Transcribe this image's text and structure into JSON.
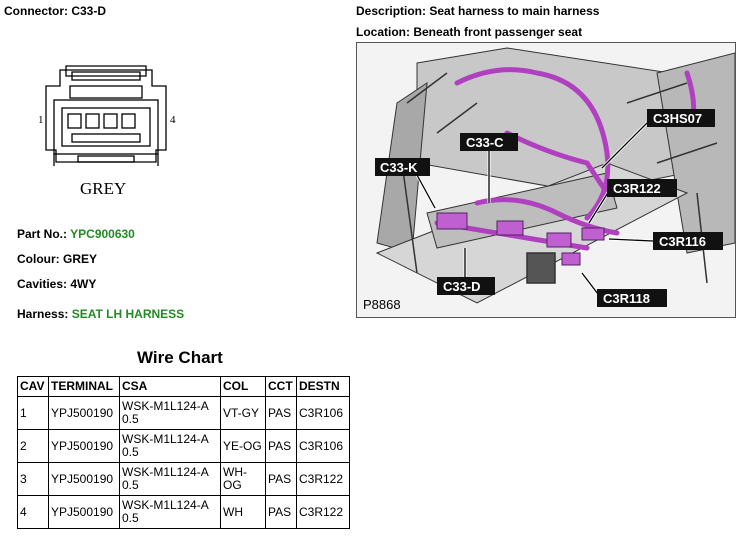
{
  "connector": {
    "label": "Connector:",
    "value": "C33-D",
    "drawing_color_text": "GREY",
    "pin_left": "1",
    "pin_right": "4"
  },
  "description": {
    "label": "Description:",
    "value": "Seat harness to main harness"
  },
  "location": {
    "label": "Location:",
    "value": "Beneath front passenger seat"
  },
  "part_no": {
    "label": "Part No.:",
    "value": "YPC900630"
  },
  "colour": {
    "label": "Colour:",
    "value": "GREY"
  },
  "cavities": {
    "label": "Cavities:",
    "value": "4WY"
  },
  "harness": {
    "label": "Harness:",
    "value": "SEAT LH HARNESS"
  },
  "photo": {
    "callouts": [
      "C3HS07",
      "C33-C",
      "C33-K",
      "C3R122",
      "C3R116",
      "C33-D",
      "C3R118"
    ],
    "figure_id": "P8868"
  },
  "wire_chart": {
    "title": "Wire Chart",
    "headers": [
      "CAV",
      "TERMINAL",
      "CSA",
      "COL",
      "CCT",
      "DESTN"
    ],
    "rows": [
      {
        "cav": "1",
        "terminal": "YPJ500190",
        "csa": "WSK-M1L124-A\n0.5",
        "col": "VT-GY",
        "cct": "PAS",
        "destn": "C3R106"
      },
      {
        "cav": "2",
        "terminal": "YPJ500190",
        "csa": "WSK-M1L124-A\n0.5",
        "col": "YE-OG",
        "cct": "PAS",
        "destn": "C3R106"
      },
      {
        "cav": "3",
        "terminal": "YPJ500190",
        "csa": "WSK-M1L124-A\n0.5",
        "col": "WH-\nOG",
        "cct": "PAS",
        "destn": "C3R122"
      },
      {
        "cav": "4",
        "terminal": "YPJ500190",
        "csa": "WSK-M1L124-A\n0.5",
        "col": "WH",
        "cct": "PAS",
        "destn": "C3R122"
      }
    ]
  },
  "colors": {
    "label_green": "#228b22",
    "harness_magenta": "#b040c0",
    "callout_bg": "#111111"
  }
}
